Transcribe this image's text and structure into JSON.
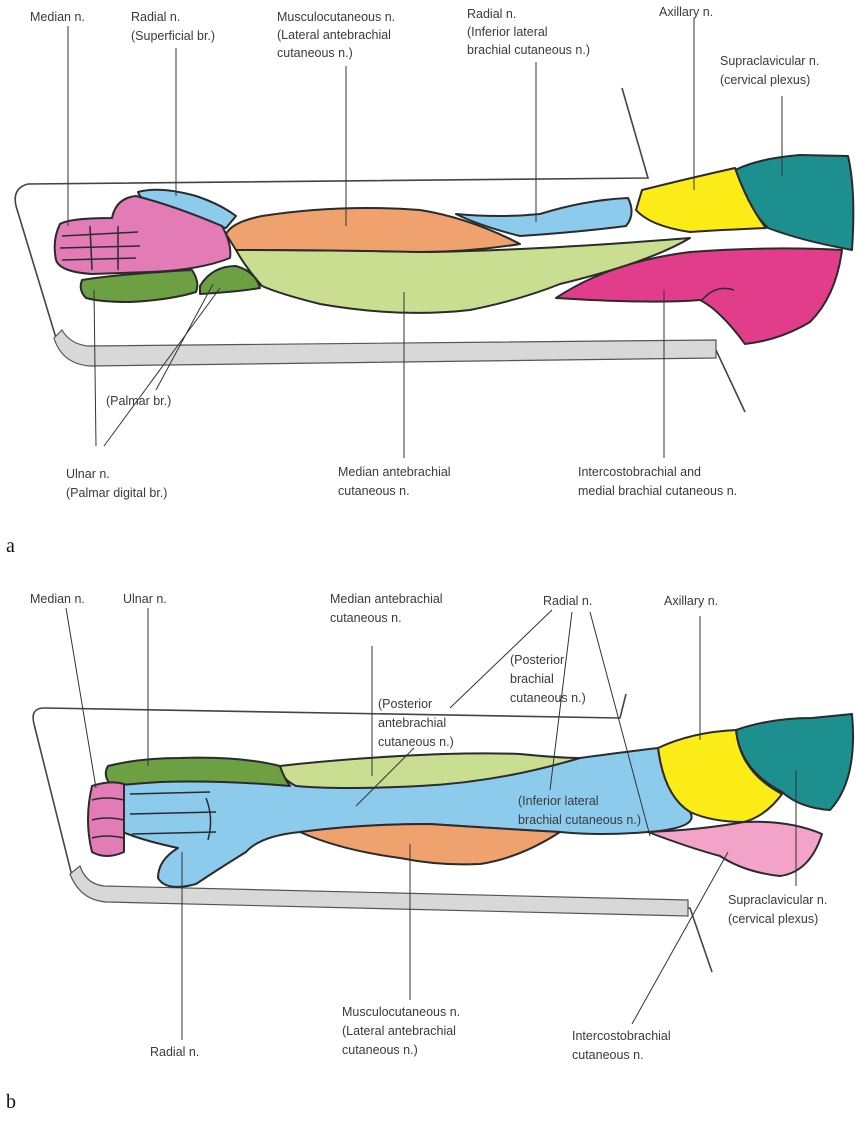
{
  "colors": {
    "median": "#e27bb6",
    "radial": "#8ccbec",
    "ulnar": "#6ca042",
    "musculocutaneous": "#f0a26e",
    "median_antebrachial": "#c9de91",
    "axillary": "#fbec18",
    "supraclavicular": "#1d8f8e",
    "intercostobrachial": "#e23d8b",
    "intercostobrachial_b": "#f4a3c8",
    "board": "#d8d8d8"
  },
  "panel_a": {
    "letter": "a",
    "labels": {
      "median": "Median n.",
      "radial_sup_1": "Radial n.",
      "radial_sup_2": "(Superficial br.)",
      "musculo_1": "Musculocutaneous n.",
      "musculo_2": "(Lateral antebrachial",
      "musculo_3": "cutaneous n.)",
      "radial_inf_1": "Radial n.",
      "radial_inf_2": "(Inferior lateral",
      "radial_inf_3": "brachial cutaneous n.)",
      "axillary": "Axillary n.",
      "supra_1": "Supraclavicular n.",
      "supra_2": "(cervical plexus)",
      "palmar": "(Palmar  br.)",
      "ulnar_1": "Ulnar n.",
      "ulnar_2": "(Palmar digital br.)",
      "median_ante_1": "Median antebrachial",
      "median_ante_2": "cutaneous n.",
      "interco_1": "Intercostobrachial and",
      "interco_2": "medial brachial cutaneous n."
    }
  },
  "panel_b": {
    "letter": "b",
    "labels": {
      "median": "Median n.",
      "ulnar": "Ulnar n.",
      "median_ante_1": "Median antebrachial",
      "median_ante_2": "cutaneous n.",
      "radial_top": "Radial n.",
      "post_brach_1": "(Posterior",
      "post_brach_2": "brachial",
      "post_brach_3": "cutaneous n.)",
      "post_ante_1": "(Posterior",
      "post_ante_2": "antebrachial",
      "post_ante_3": "cutaneous n.)",
      "axillary": "Axillary n.",
      "inf_lat_1": "(Inferior lateral",
      "inf_lat_2": "brachial cutaneous n.)",
      "supra_1": "Supraclavicular n.",
      "supra_2": "(cervical plexus)",
      "radial_bottom": "Radial n.",
      "musculo_1": "Musculocutaneous n.",
      "musculo_2": "(Lateral antebrachial",
      "musculo_3": "cutaneous n.)",
      "interco_1": "Intercostobrachial",
      "interco_2": "cutaneous n."
    }
  }
}
